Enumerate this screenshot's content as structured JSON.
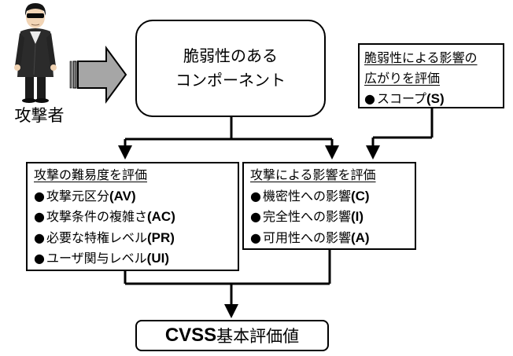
{
  "attacker": {
    "label": "攻撃者",
    "icon": "hacker-person-icon"
  },
  "component": {
    "line1": "脆弱性のある",
    "line2": "コンポーネント"
  },
  "scope_box": {
    "heading_line1": "脆弱性による影響の",
    "heading_line2": "広がりを評価",
    "items": [
      {
        "text": "スコープ",
        "abbr": "(S)"
      }
    ]
  },
  "difficulty_box": {
    "heading": "攻撃の難易度を評価",
    "items": [
      {
        "text": "攻撃元区分",
        "abbr": "(AV)"
      },
      {
        "text": "攻撃条件の複雑さ",
        "abbr": "(AC)"
      },
      {
        "text": "必要な特権レベル",
        "abbr": "(PR)"
      },
      {
        "text": "ユーザ関与レベル",
        "abbr": "(UI)"
      }
    ]
  },
  "impact_box": {
    "heading": "攻撃による影響を評価",
    "items": [
      {
        "text": "機密性への影響",
        "abbr": "(C)"
      },
      {
        "text": "完全性への影響",
        "abbr": "(I)"
      },
      {
        "text": "可用性への影響",
        "abbr": "(A)"
      }
    ]
  },
  "result": {
    "bold": "CVSS",
    "text": "基本評価値"
  },
  "bullet": "●",
  "colors": {
    "line": "#000000",
    "arrow_fill": "#a6a6a6",
    "arrow_shade": "#7f7f7f"
  }
}
